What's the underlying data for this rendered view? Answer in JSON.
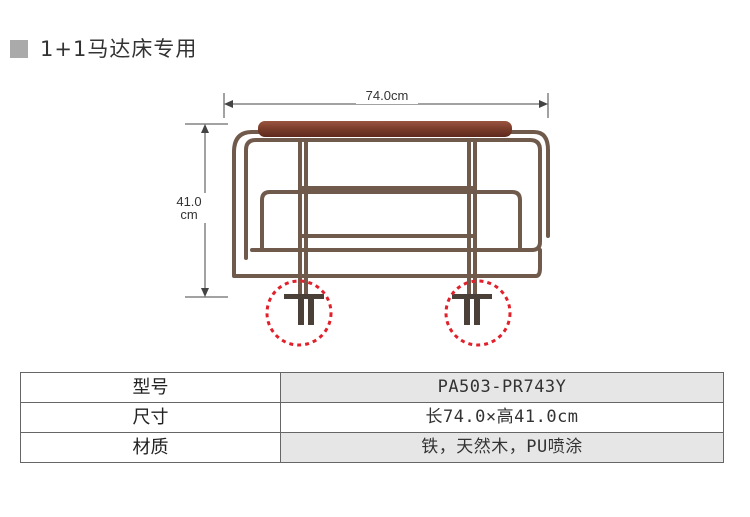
{
  "header": {
    "title": "1+1马达床专用",
    "marker_color": "#aaaaaa"
  },
  "figure": {
    "width_label": "74.0cm",
    "height_label_value": "41.0",
    "height_label_unit": "cm",
    "frame_color": "#6f5a4c",
    "handrail_color": "#7a3b2a",
    "highlight_color": "#e0202a"
  },
  "specs": {
    "rows": [
      {
        "label": "型号",
        "value": "PA503-PR743Y",
        "shaded": true
      },
      {
        "label": "尺寸",
        "value": "长74.0×高41.0cm",
        "shaded": false
      },
      {
        "label": "材质",
        "value": "铁，天然木，PU喷涂",
        "shaded": true
      }
    ]
  }
}
